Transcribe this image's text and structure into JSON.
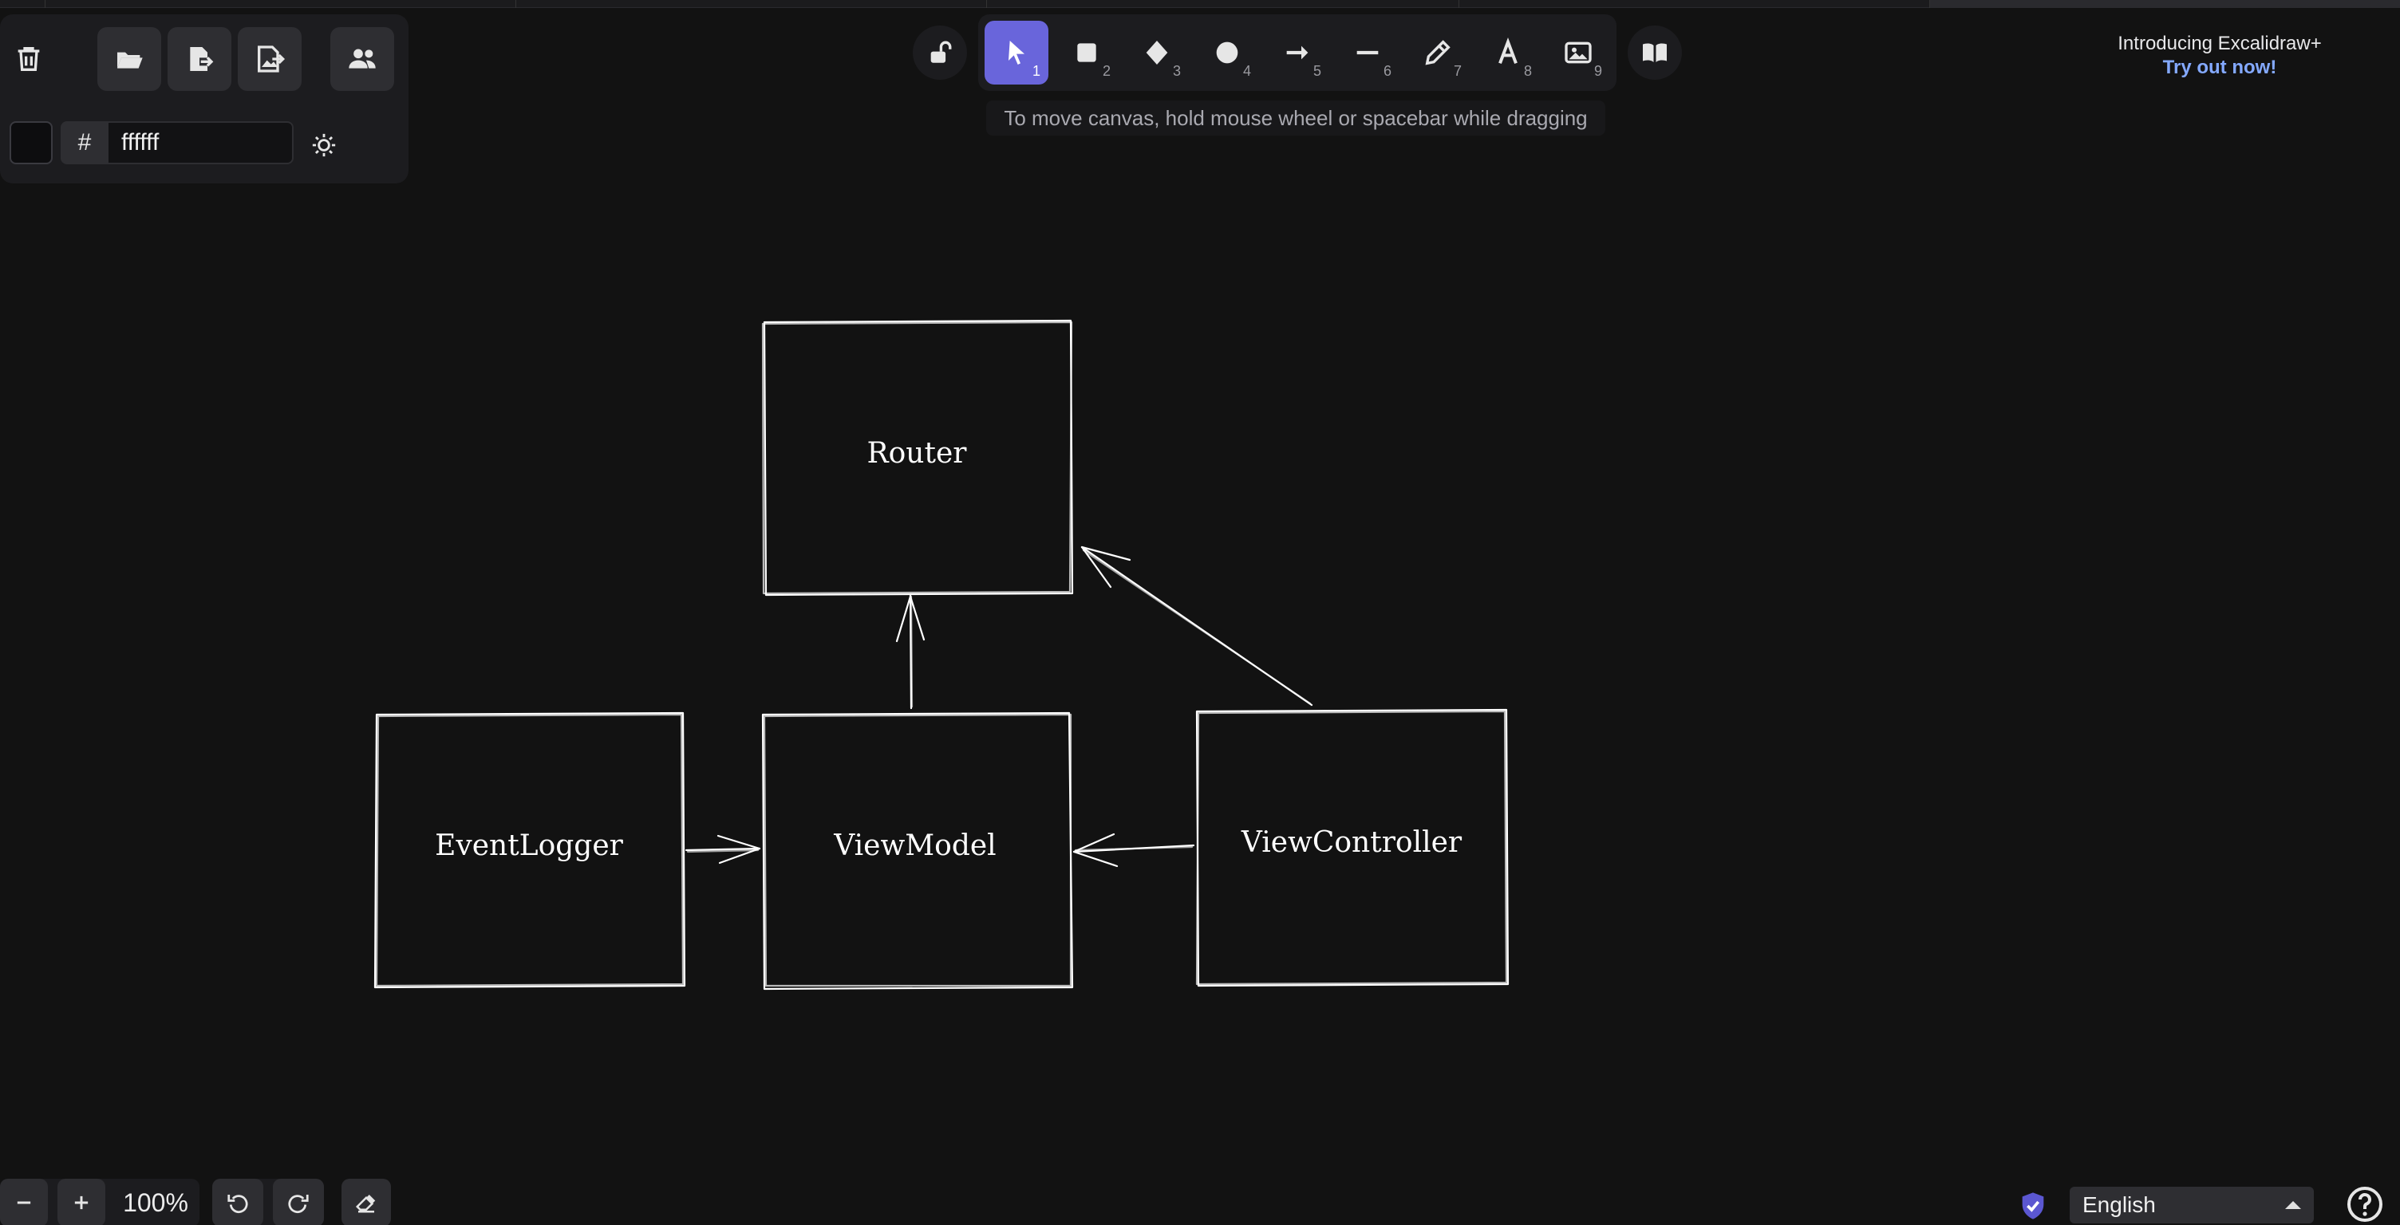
{
  "colors": {
    "background": "#121212",
    "accent": "#6965db",
    "link": "#84a9ff",
    "stroke": "#ffffff"
  },
  "left_panel": {
    "buttons": [
      {
        "name": "clear-canvas",
        "icon": "trash-icon"
      },
      {
        "name": "open",
        "icon": "folder-open-icon"
      },
      {
        "name": "export",
        "icon": "export-file-icon"
      },
      {
        "name": "export-image",
        "icon": "export-image-icon"
      },
      {
        "name": "live-collaboration",
        "icon": "users-icon"
      }
    ],
    "canvas_background": {
      "hash": "#",
      "value": "ffffff"
    },
    "theme_icon": "sun-icon"
  },
  "toolbar": {
    "lock_icon": "unlock-icon",
    "tools": [
      {
        "name": "selection",
        "icon": "pointer-icon",
        "shortcut": "1",
        "active": true
      },
      {
        "name": "rectangle",
        "icon": "square-icon",
        "shortcut": "2",
        "active": false
      },
      {
        "name": "diamond",
        "icon": "diamond-icon",
        "shortcut": "3",
        "active": false
      },
      {
        "name": "ellipse",
        "icon": "circle-icon",
        "shortcut": "4",
        "active": false
      },
      {
        "name": "arrow",
        "icon": "arrow-icon",
        "shortcut": "5",
        "active": false
      },
      {
        "name": "line",
        "icon": "line-icon",
        "shortcut": "6",
        "active": false
      },
      {
        "name": "draw",
        "icon": "pencil-icon",
        "shortcut": "7",
        "active": false
      },
      {
        "name": "text",
        "icon": "text-icon",
        "shortcut": "8",
        "active": false
      },
      {
        "name": "image",
        "icon": "image-icon",
        "shortcut": "9",
        "active": false
      }
    ],
    "library_icon": "book-icon",
    "hint": "To move canvas, hold mouse wheel or spacebar while dragging"
  },
  "promo": {
    "title": "Introducing Excalidraw+",
    "link": "Try out now!"
  },
  "diagram": {
    "nodes": {
      "router": "Router",
      "event_logger": "EventLogger",
      "view_model": "ViewModel",
      "view_controller": "ViewController"
    }
  },
  "footer": {
    "zoom": "100%",
    "zoom_out_icon": "minus-icon",
    "zoom_in_icon": "plus-icon",
    "undo_icon": "undo-icon",
    "redo_icon": "redo-icon",
    "eraser_icon": "eraser-icon",
    "shield_icon": "shield-check-icon",
    "language": "English",
    "help_icon": "help-icon"
  }
}
